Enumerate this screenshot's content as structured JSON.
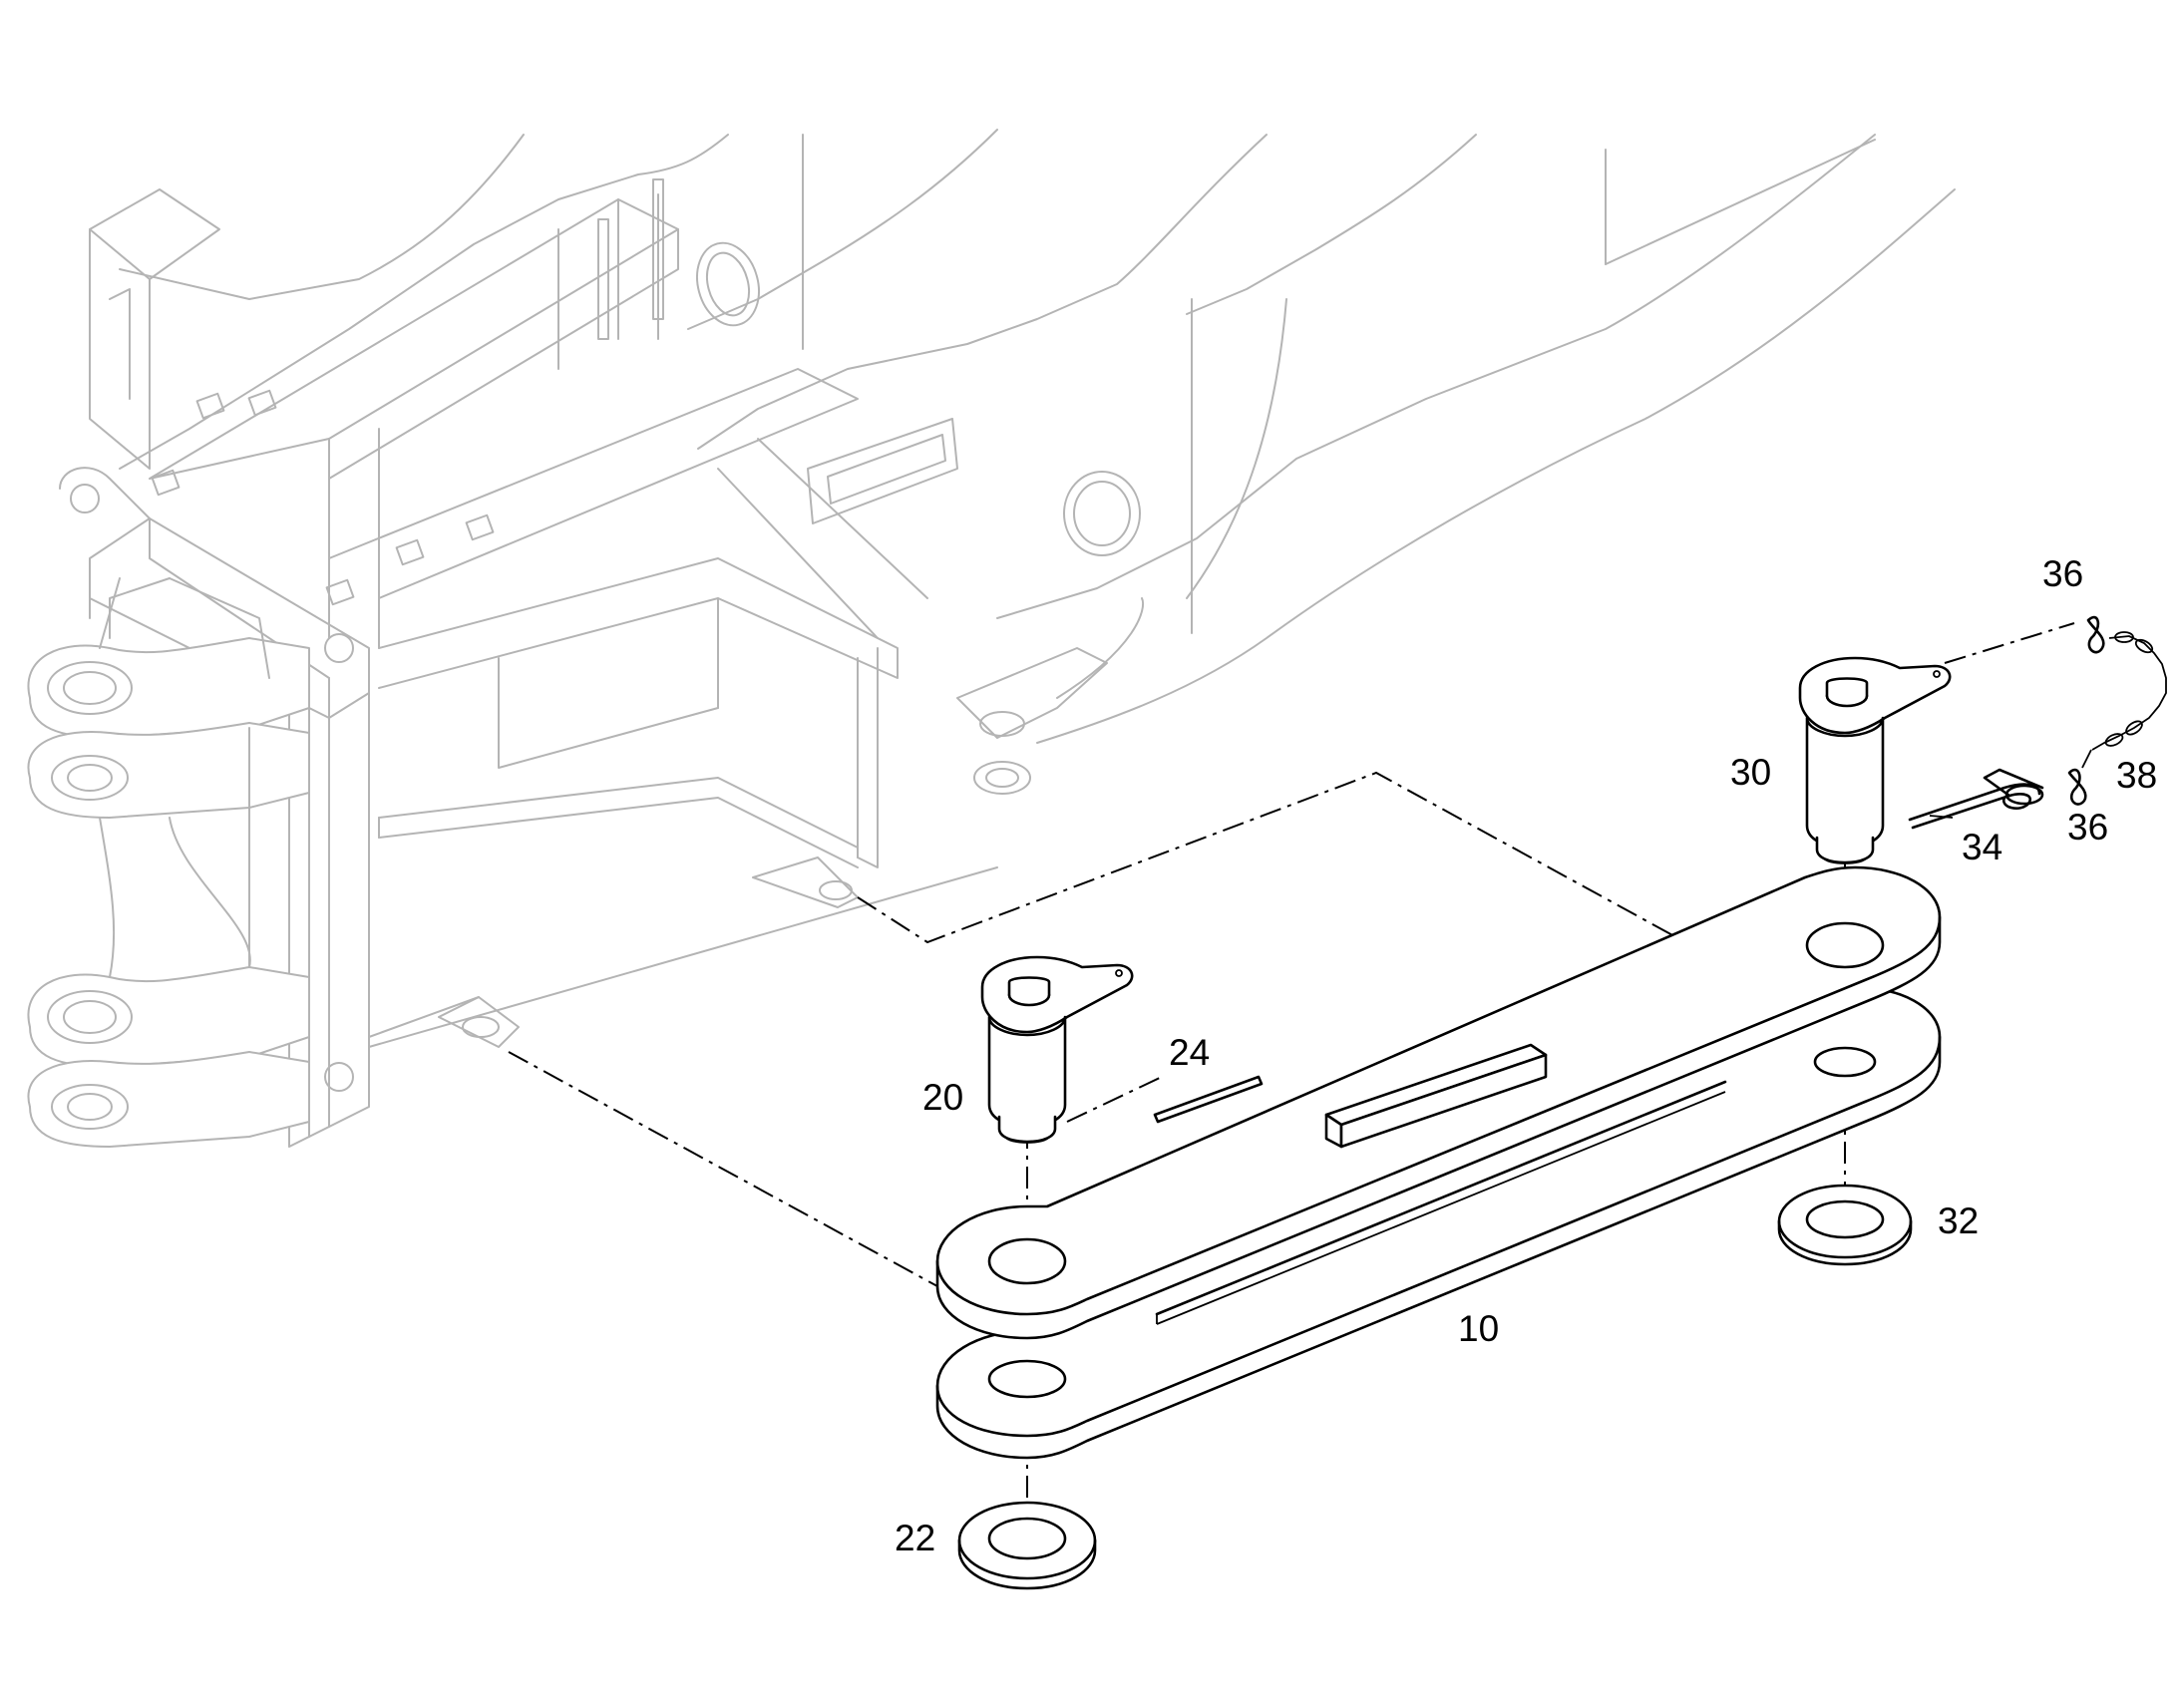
{
  "callouts": {
    "c10": "10",
    "c20": "20",
    "c22": "22",
    "c24": "24",
    "c30": "30",
    "c32": "32",
    "c34": "34",
    "c36_top": "36",
    "c36_bottom": "36",
    "c38": "38"
  },
  "colors": {
    "part_stroke": "#000000",
    "context_stroke": "#b4b4b4",
    "background": "#ffffff"
  }
}
